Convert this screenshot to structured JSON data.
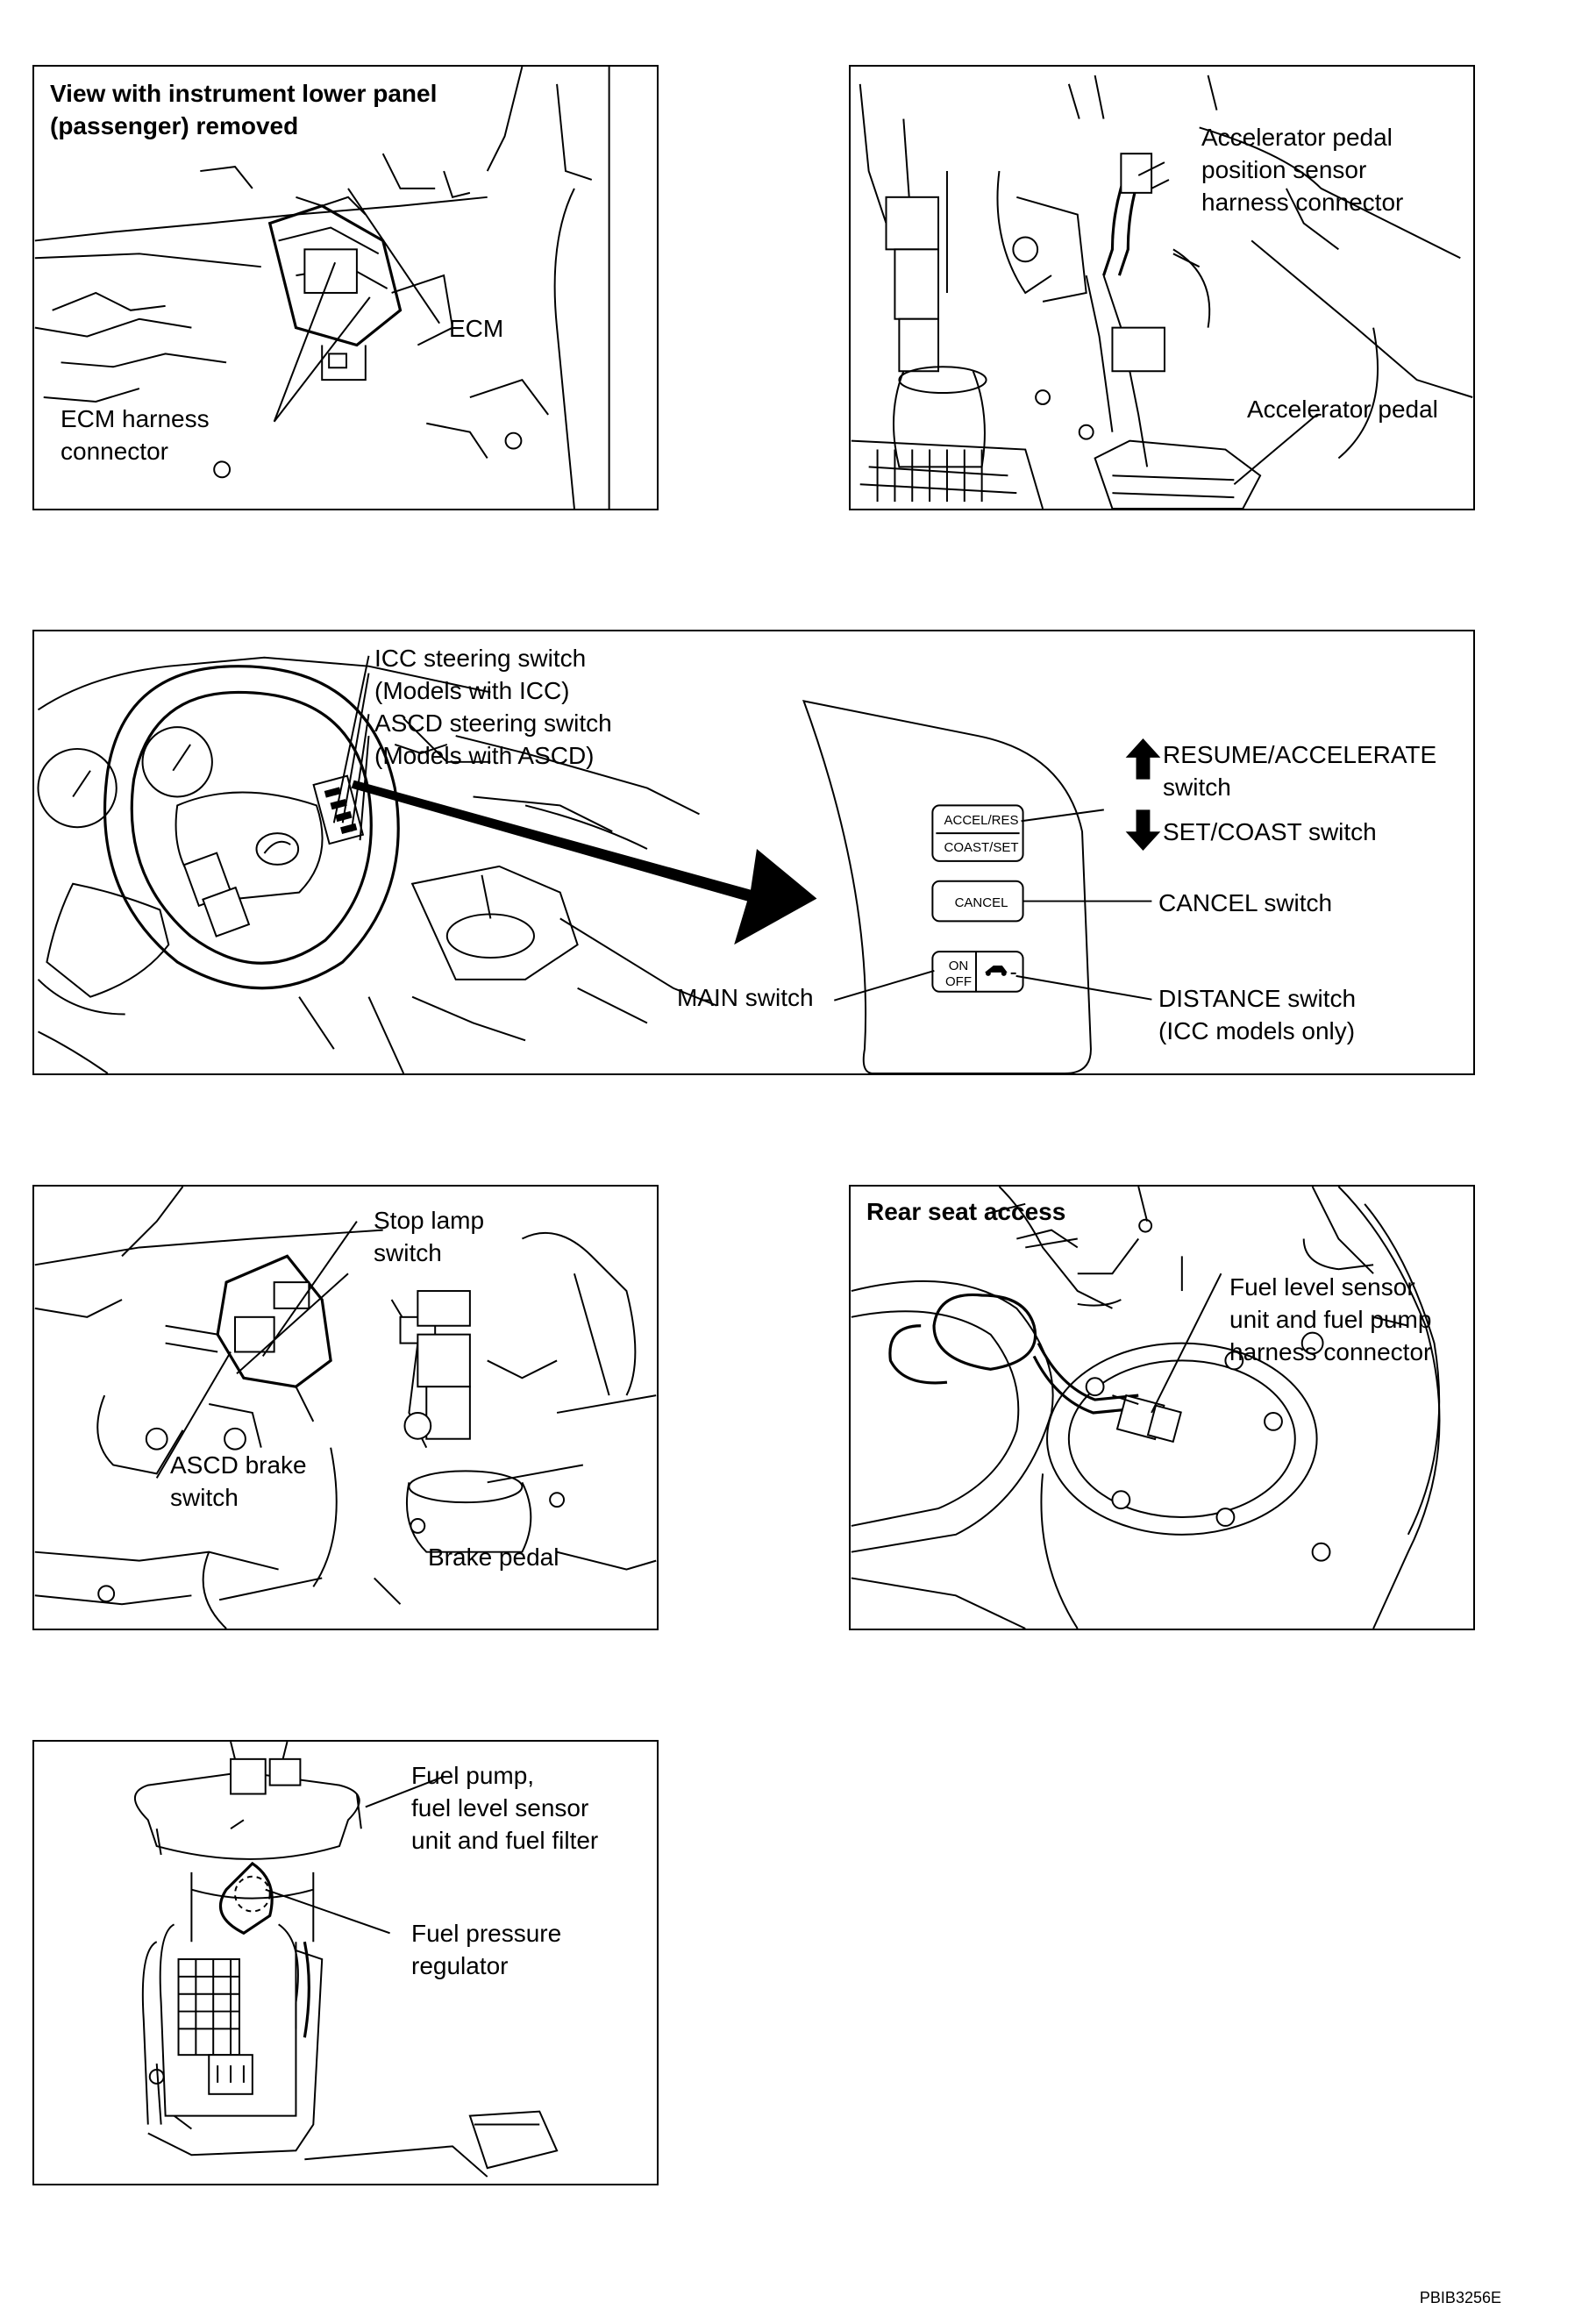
{
  "panels": [
    {
      "id": "ecm",
      "labels": {
        "title": "View with instrument lower panel\n(passenger) removed",
        "ecm": "ECM",
        "ecm_harness": "ECM harness\nconnector"
      }
    },
    {
      "id": "accelerator",
      "labels": {
        "sensor_connector": "Accelerator pedal\nposition sensor\nharness connector",
        "pedal": "Accelerator pedal"
      }
    },
    {
      "id": "steering-switch",
      "labels": {
        "icc_switch": "ICC steering switch\n(Models with ICC)\nASCD steering switch\n(Models with ASCD)",
        "resume": "RESUME/ACCELERATE\nswitch",
        "set_coast": "SET/COAST switch",
        "cancel": "CANCEL switch",
        "main": "MAIN switch",
        "distance": "DISTANCE switch\n(ICC models only)",
        "btn_accel": "ACCEL/RES",
        "btn_coast": "COAST/SET",
        "btn_cancel": "CANCEL",
        "btn_on": "ON",
        "btn_off": "OFF"
      }
    },
    {
      "id": "brake",
      "labels": {
        "stop_lamp": "Stop lamp\nswitch",
        "ascd_brake": "ASCD brake\nswitch",
        "brake_pedal": "Brake pedal"
      }
    },
    {
      "id": "rear-seat",
      "labels": {
        "title": "Rear seat access",
        "fuel_level": "Fuel level sensor\nunit and fuel pump\nharness connector"
      }
    },
    {
      "id": "fuel-pump",
      "labels": {
        "fuel_pump": "Fuel pump,\nfuel level sensor\nunit and fuel filter",
        "regulator": "Fuel pressure\nregulator"
      }
    }
  ],
  "figure_code": "PBIB3256E"
}
